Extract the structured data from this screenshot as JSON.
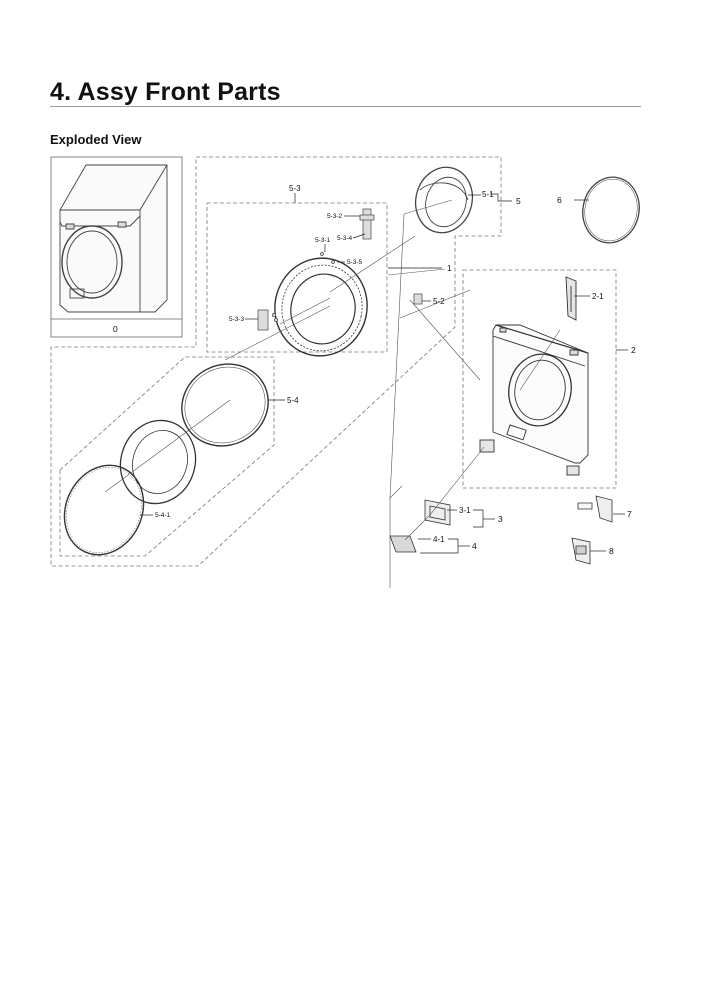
{
  "header": {
    "title": "4.  Assy Front Parts",
    "subtitle": "Exploded View"
  },
  "diagram": {
    "labels": {
      "p0": "0",
      "p1": "1",
      "p2": "2",
      "p2_1": "2-1",
      "p3": "3",
      "p3_1": "3-1",
      "p4": "4",
      "p4_1": "4-1",
      "p5": "5",
      "p5_1": "5-1",
      "p5_2": "5-2",
      "p5_3": "5-3",
      "p5_3_1": "5-3-1",
      "p5_3_2": "5-3-2",
      "p5_3_3": "5-3-3",
      "p5_3_4": "5-3-4",
      "p5_3_5": "5-3-5",
      "p5_4": "5-4",
      "p5_4_1": "5-4-1",
      "p6": "6",
      "p7": "7",
      "p8": "8"
    }
  }
}
